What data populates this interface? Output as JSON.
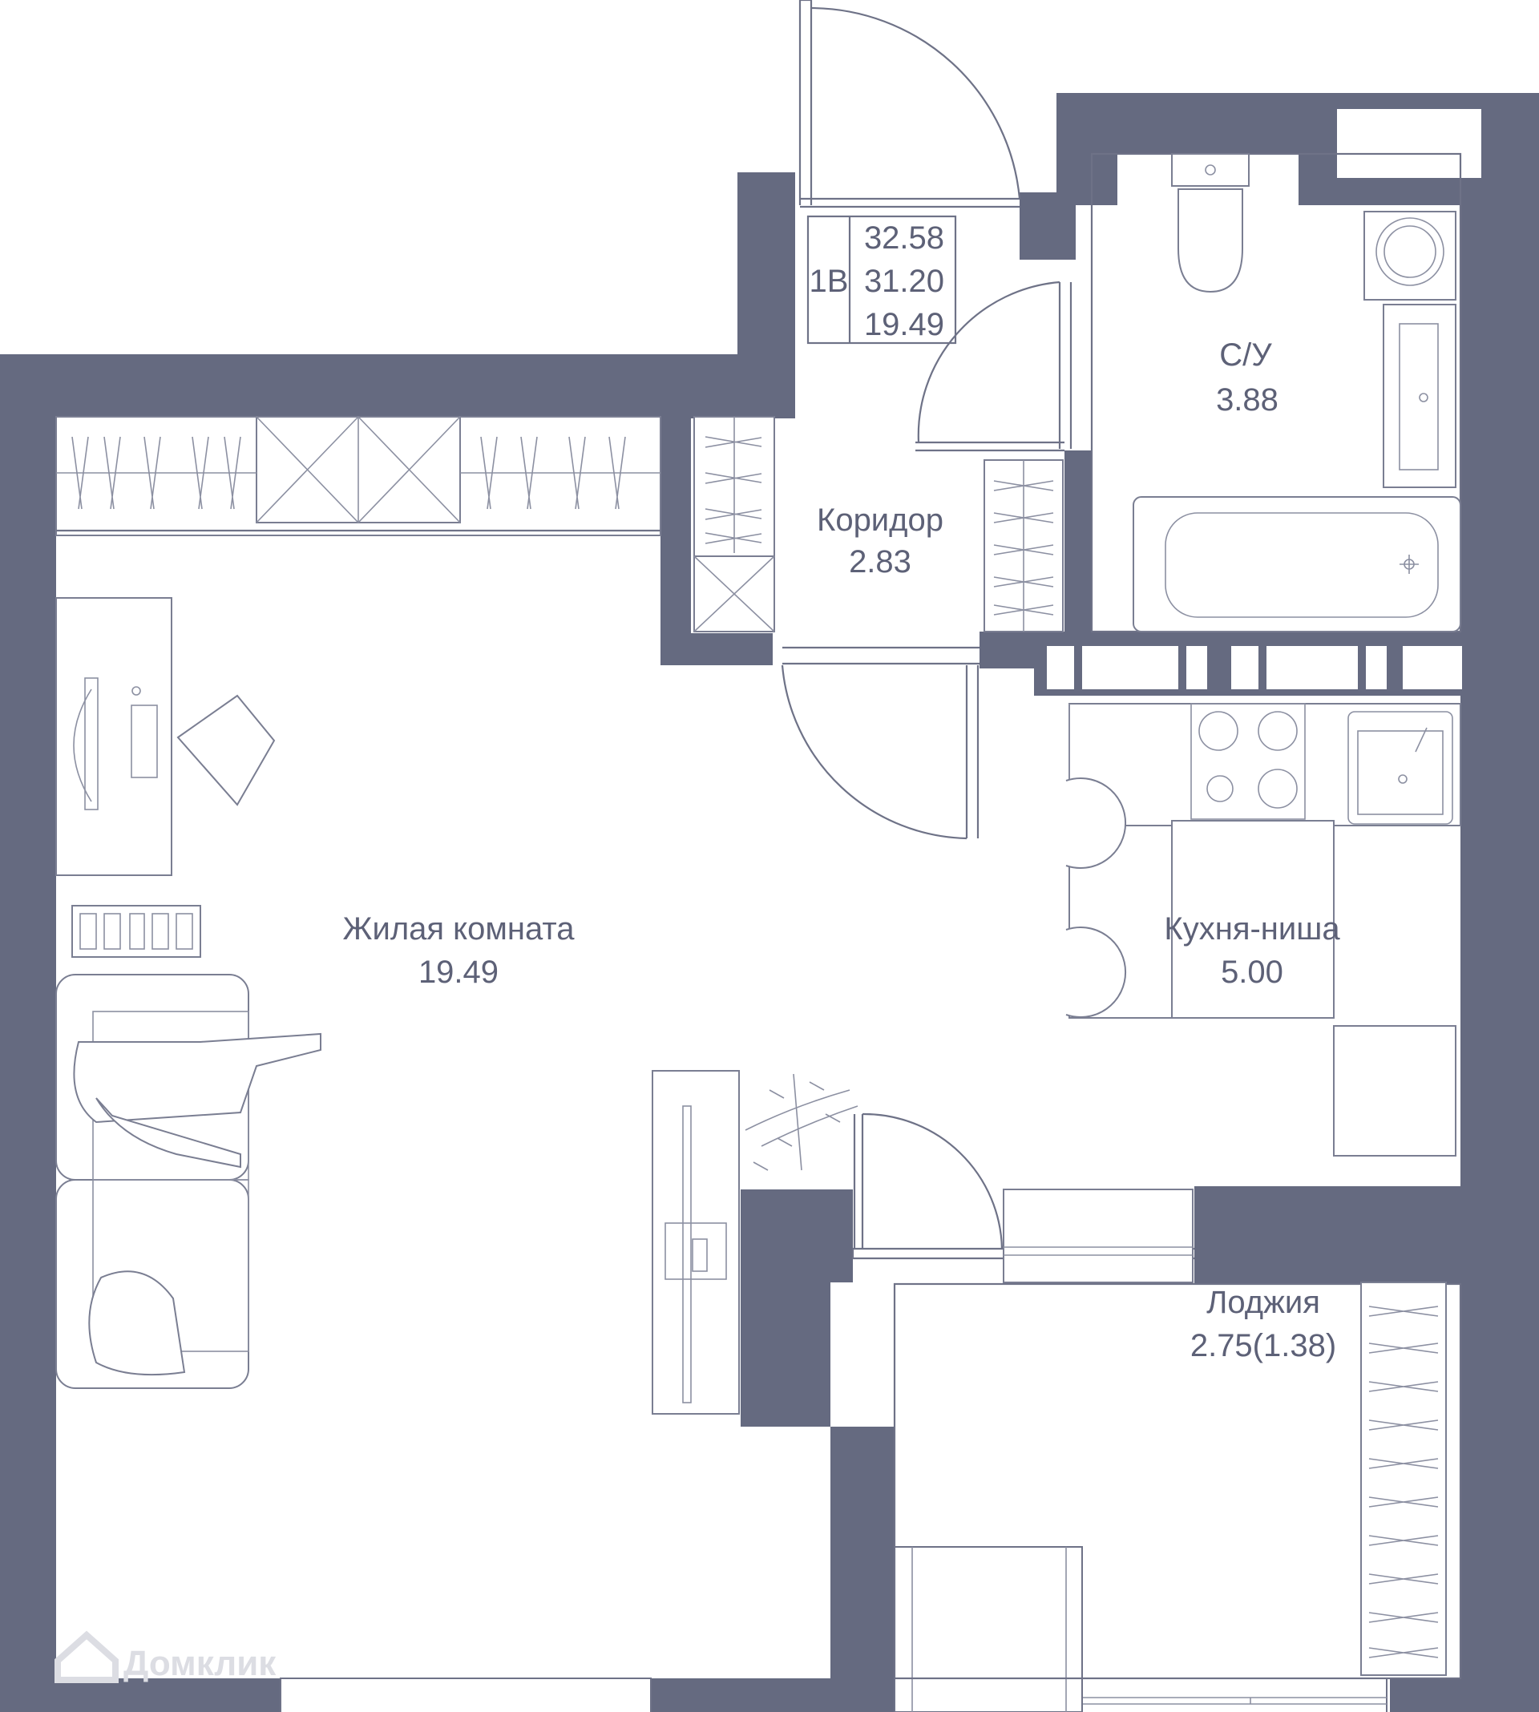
{
  "summary": {
    "type_label": "1В",
    "total_area": "32.58",
    "area_without_loggia": "31.20",
    "living_area": "19.49"
  },
  "rooms": [
    {
      "name": "С/У",
      "area": "3.88"
    },
    {
      "name": "Коридор",
      "area": "2.83"
    },
    {
      "name": "Жилая комната",
      "area": "19.49"
    },
    {
      "name": "Кухня-ниша",
      "area": "5.00"
    },
    {
      "name": "Лоджия",
      "area": "2.75(1.38)"
    }
  ],
  "watermark": "Домклик",
  "colors": {
    "wall": "#656a80",
    "line": "#6e7287",
    "text": "#5d6177",
    "watermark": "#dcdde3"
  }
}
